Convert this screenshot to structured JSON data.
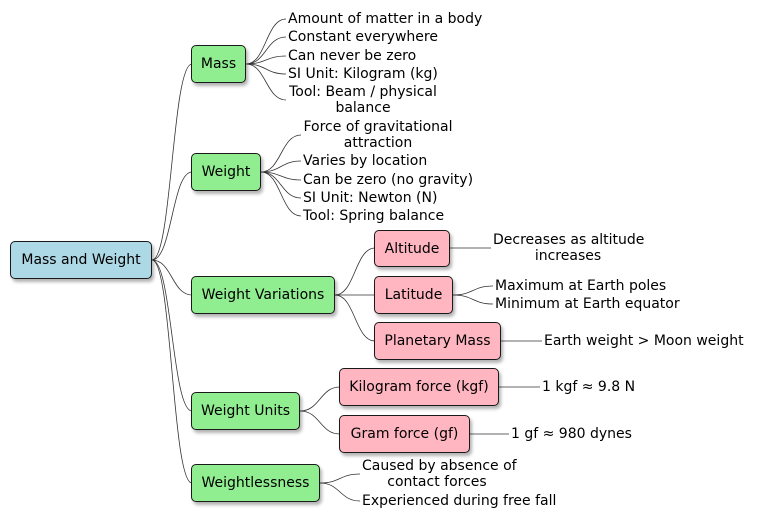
{
  "mindmap": {
    "root": {
      "label": "Mass and Weight",
      "color": "#ADD8E6"
    },
    "branch_color": "#90EE90",
    "sub_branch_color": "#FFB6C1",
    "mass": {
      "label": "Mass",
      "items": [
        "Amount of matter in a body",
        "Constant everywhere",
        "Can never be zero",
        "SI Unit: Kilogram (kg)",
        [
          "Tool: Beam / physical",
          "balance"
        ]
      ]
    },
    "weight": {
      "label": "Weight",
      "items": [
        [
          "Force of gravitational",
          "attraction"
        ],
        "Varies by location",
        "Can be zero (no gravity)",
        "SI Unit: Newton (N)",
        "Tool: Spring balance"
      ]
    },
    "variations": {
      "label": "Weight Variations",
      "altitude": {
        "label": "Altitude",
        "items": [
          [
            "Decreases as altitude",
            "increases"
          ]
        ]
      },
      "latitude": {
        "label": "Latitude",
        "items": [
          "Maximum at Earth poles",
          "Minimum at Earth equator"
        ]
      },
      "planetary": {
        "label": "Planetary Mass",
        "items": [
          "Earth weight > Moon weight"
        ]
      }
    },
    "units": {
      "label": "Weight Units",
      "kgf": {
        "label": "Kilogram force (kgf)",
        "items": [
          "1 kgf ≈ 9.8 N"
        ]
      },
      "gf": {
        "label": "Gram force (gf)",
        "items": [
          "1 gf ≈ 980 dynes"
        ]
      }
    },
    "weightlessness": {
      "label": "Weightlessness",
      "items": [
        [
          "Caused by absence of",
          "contact forces"
        ],
        "Experienced during free fall"
      ]
    }
  }
}
